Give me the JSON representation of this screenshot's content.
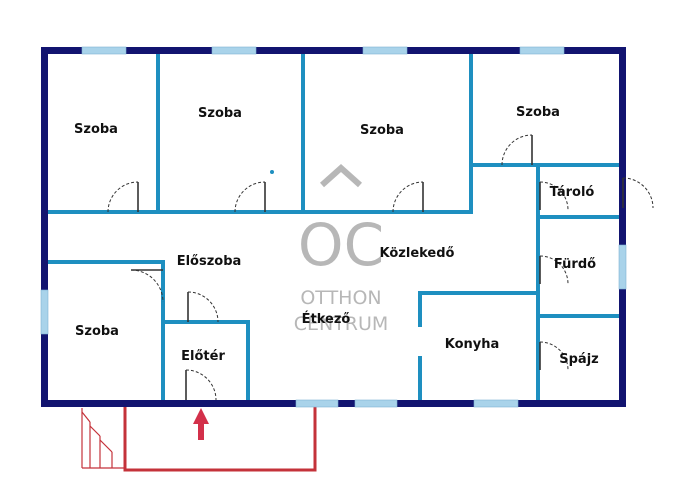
{
  "rooms": {
    "szoba_1": "Szoba",
    "szoba_2": "Szoba",
    "szoba_3": "Szoba",
    "szoba_4": "Szoba",
    "szoba_5": "Szoba",
    "tarolo": "Tároló",
    "furdo": "Fürdő",
    "spajz": "Spájz",
    "kozlekedo": "Közlekedő",
    "eloszoba": "Előszoba",
    "etkezo": "Étkező",
    "konyha": "Konyha",
    "eloter": "Előtér"
  },
  "watermark": {
    "logo": "OC",
    "line1": "OTTHON",
    "line2": "CENTRUM"
  },
  "colors": {
    "outer_wall": "#121470",
    "inner_wall": "#1e8fc0",
    "window": "#a9d3ea",
    "terrace": "#c4323a",
    "entrance_arrow": "#d3304a",
    "watermark": "#b0b0b0"
  },
  "icons": {
    "entrance": "entrance-arrow-icon",
    "logo": "otthon-centrum-logo-icon"
  }
}
